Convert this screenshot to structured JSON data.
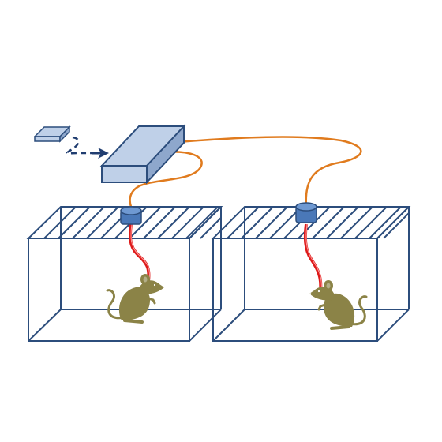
{
  "diagram": {
    "colors": {
      "cage_stroke": "#2c4d7c",
      "device_fill": "#bfd0e8",
      "device_side": "#8ea7cc",
      "device_stroke": "#2c4d7c",
      "cable": "#e07b1e",
      "fiber": "#dd1a1a",
      "fiber_highlight": "#ff9a9a",
      "connector_fill": "#4a78b8",
      "connector_top": "#6f99d2",
      "connector_stroke": "#2c4d7c",
      "arrow": "#203d70",
      "mouse": "#8b8347"
    },
    "components": {
      "remote": {
        "icon": "remote-control-icon"
      },
      "controller": {
        "icon": "controller-box-icon"
      },
      "cages": [
        {
          "icon": "cage-icon",
          "subject_icon": "mouse-icon",
          "subject_facing": "right"
        },
        {
          "icon": "cage-icon",
          "subject_icon": "mouse-icon",
          "subject_facing": "left"
        }
      ],
      "link": {
        "style": "dashed",
        "icon": "arrow-right-icon"
      }
    }
  }
}
